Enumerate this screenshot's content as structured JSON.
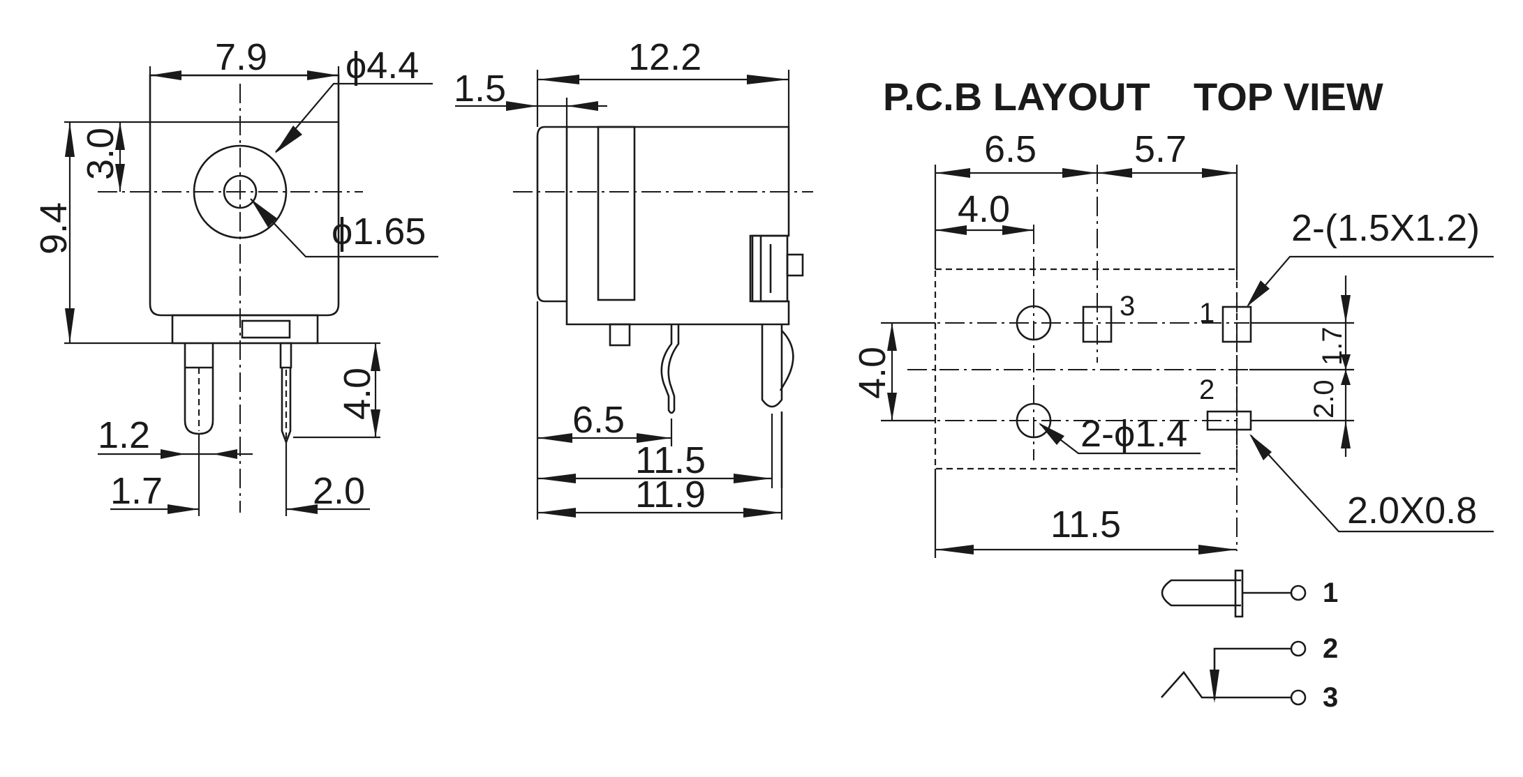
{
  "front_view": {
    "width_dim": "7.9",
    "outer_diameter_dim": "ϕ4.4",
    "height_dim": "9.4",
    "center_height_dim": "3.0",
    "pin_diameter_dim": "ϕ1.65",
    "pin_length_dim": "4.0",
    "pin_width_dim": "1.2",
    "left_pin_offset_dim": "1.7",
    "right_pin_offset_dim": "2.0"
  },
  "side_view": {
    "length_dim": "12.2",
    "front_offset_dim": "1.5",
    "pin_a_dim": "6.5",
    "pin_b_dim": "11.5",
    "pin_c_dim": "11.9"
  },
  "pcb_layout": {
    "title": "P.C.B LAYOUT",
    "subtitle": "TOP VIEW",
    "dim_a": "6.5",
    "dim_b": "5.7",
    "dim_c": "4.0",
    "pad1_size": "2-(1.5X1.2)",
    "vertical_dim": "4.0",
    "pad_spacing_small": "1.7",
    "pad_spacing_large": "2.0",
    "hole_dim": "2-ϕ1.4",
    "pad2_size": "2.0X0.8",
    "total_length": "11.5",
    "pin_labels": [
      "1",
      "2",
      "3"
    ]
  },
  "schematic": {
    "pin_labels": [
      "1",
      "2",
      "3"
    ]
  }
}
